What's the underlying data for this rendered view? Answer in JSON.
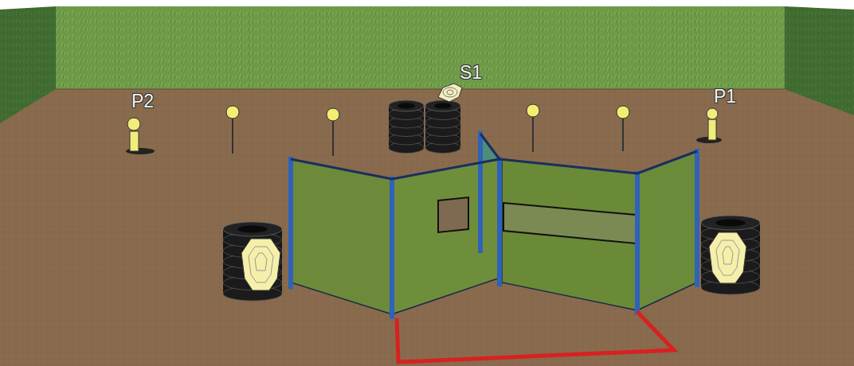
{
  "diagram": {
    "labels": [
      "P2",
      "S1",
      "P1"
    ]
  }
}
